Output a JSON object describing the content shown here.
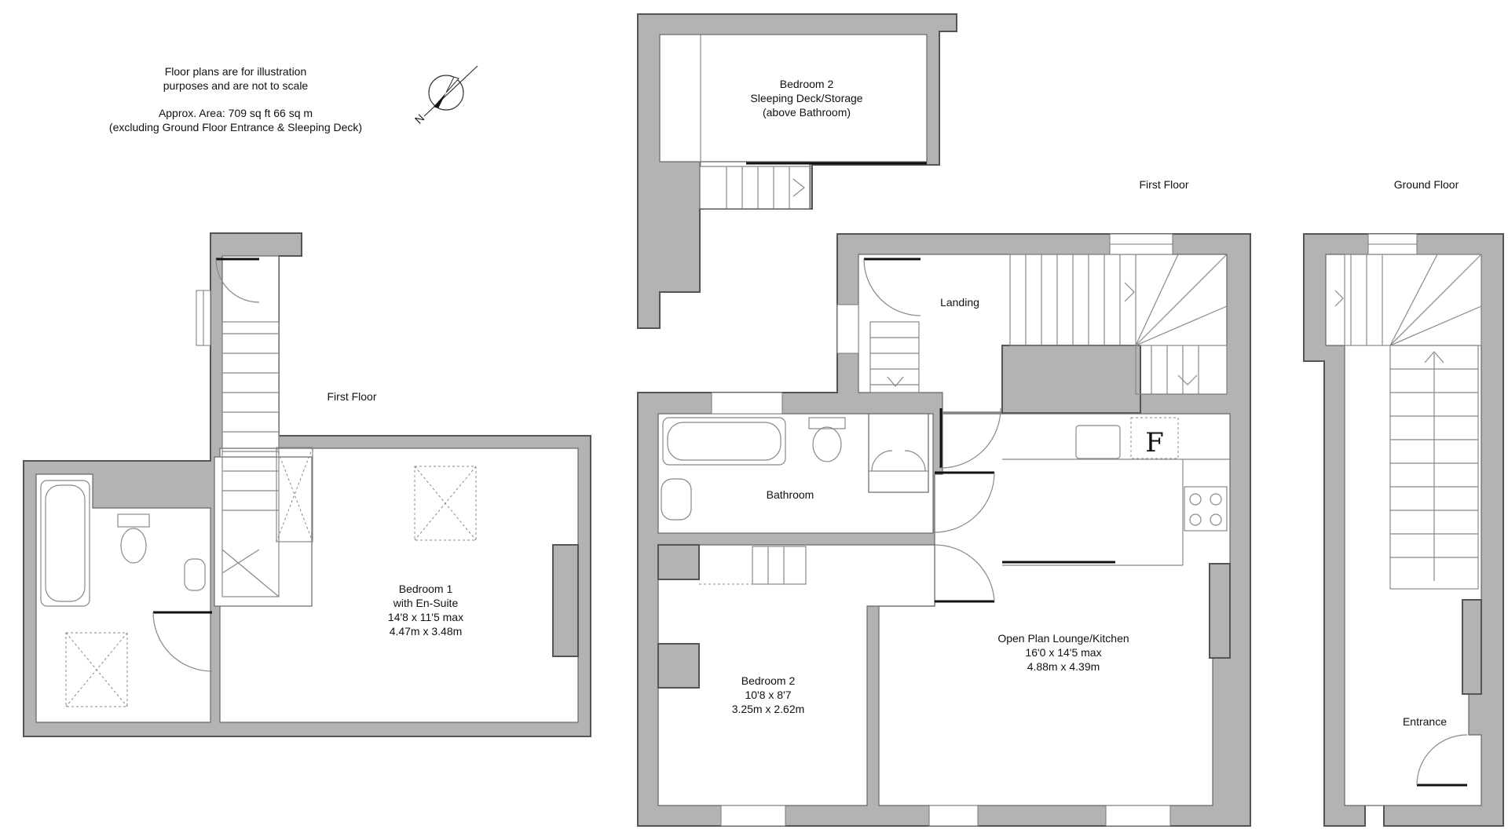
{
  "notes": {
    "line1": "Floor plans are for illustration",
    "line2": "purposes and are not to scale",
    "area": "Approx. Area: 709 sq ft   66 sq m",
    "area_note": "(excluding Ground Floor Entrance & Sleeping Deck)"
  },
  "compass": {
    "label": "N"
  },
  "floors": {
    "first_floor_left": "First Floor",
    "first_floor_right": "First Floor",
    "ground_floor": "Ground Floor"
  },
  "rooms": {
    "bedroom1": {
      "line1": "Bedroom 1",
      "line2": "with En-Suite",
      "line3": "14'8 x 11'5 max",
      "line4": "4.47m x 3.48m"
    },
    "sleeping_deck": {
      "line1": "Bedroom 2",
      "line2": "Sleeping Deck/Storage",
      "line3": "(above Bathroom)"
    },
    "landing": {
      "line1": "Landing"
    },
    "bathroom": {
      "line1": "Bathroom"
    },
    "bedroom2": {
      "line1": "Bedroom 2",
      "line2": "10'8 x 8'7",
      "line3": "3.25m x 2.62m"
    },
    "lounge": {
      "line1": "Open Plan Lounge/Kitchen",
      "line2": "16'0 x 14'5 max",
      "line3": "4.88m x 4.39m"
    },
    "entrance": {
      "line1": "Entrance"
    }
  },
  "fixtures": {
    "fridge_mark": "F"
  }
}
